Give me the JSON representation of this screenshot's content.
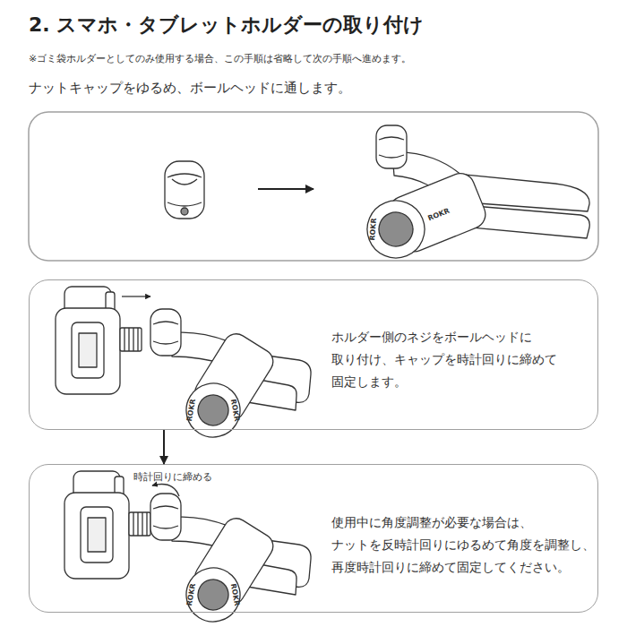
{
  "diagram": {
    "title": "2. スマホ・タブレットホルダーの取り付け",
    "nodes": [
      {
        "text": [
          "ホルダー側のネジをボールヘッドに 取り付け、キャップを時計回りに締めて 固定します。"
        ]
      },
      {
        "text": [
          "時計回りに締める",
          "使用中に角度調整が必要な場合は、 ナットを反時計回りにゆるめて角度を調整し、 再度時計回りに締めて固定してください。"
        ]
      }
    ],
    "edges": [
      {
        "from": 0,
        "to": 1,
        "arrow": "to"
      }
    ],
    "labels": [
      "※ゴミ袋ホルダーとしてのみ使用する場合、この手順は省略して次の手順へ進めます。",
      "ナットキャップをゆるめ、ボールヘッドに通します。",
      "ROKR",
      "ROKR",
      "ROKR",
      "ROKR",
      "ROKR",
      "ROKR"
    ]
  }
}
